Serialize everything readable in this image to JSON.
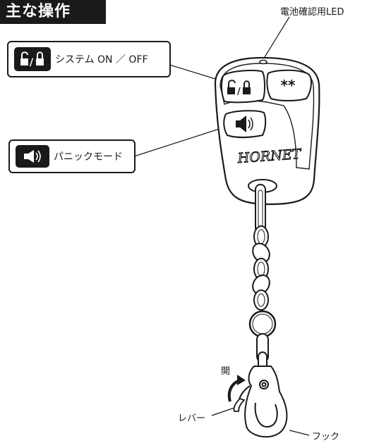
{
  "heading": "主な操作",
  "labels": {
    "led": "電池確認用LED",
    "system": "システム ON ／ OFF",
    "panic": "パニックモード",
    "open": "開",
    "lever": "レバー",
    "hook": "フック",
    "brand": "HORNET",
    "aux_button": "**"
  },
  "icons": {
    "lock": "lock-unlock-icon",
    "speaker": "speaker-icon",
    "arrow": "curved-arrow-icon"
  },
  "colors": {
    "ink": "#1a1a1a",
    "paper": "#ffffff"
  }
}
